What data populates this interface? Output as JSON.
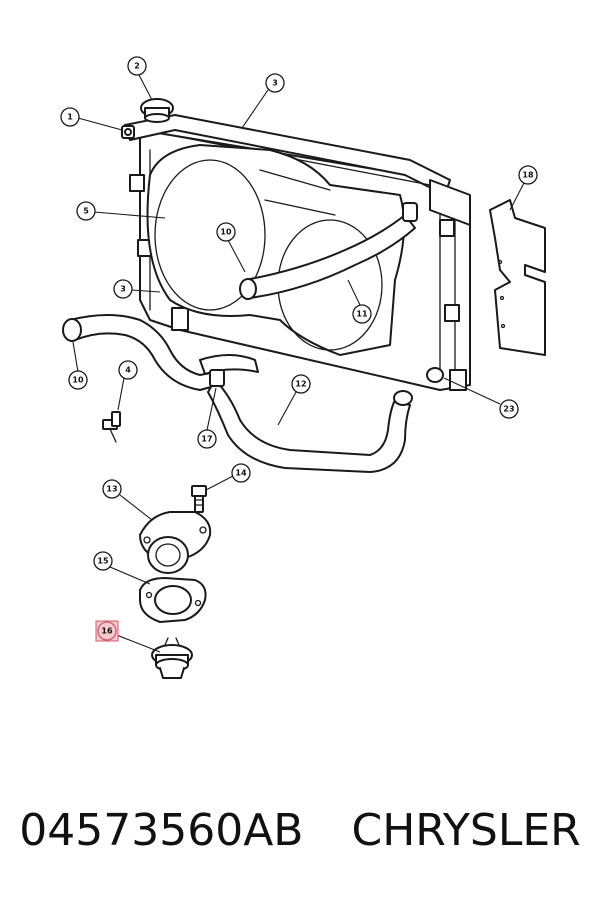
{
  "callouts": {
    "c1": "1",
    "c2": "2",
    "c3a": "3",
    "c3b": "3",
    "c4": "4",
    "c5": "5",
    "c10a": "10",
    "c10b": "10",
    "c11": "11",
    "c12": "12",
    "c13": "13",
    "c14": "14",
    "c15": "15",
    "c16": "16",
    "c17": "17",
    "c18": "18",
    "c23": "23"
  },
  "highlight": {
    "callout": "16",
    "color": "#f6c9cf"
  },
  "footer": {
    "part_number": "04573560AB",
    "brand": "CHRYSLER"
  }
}
